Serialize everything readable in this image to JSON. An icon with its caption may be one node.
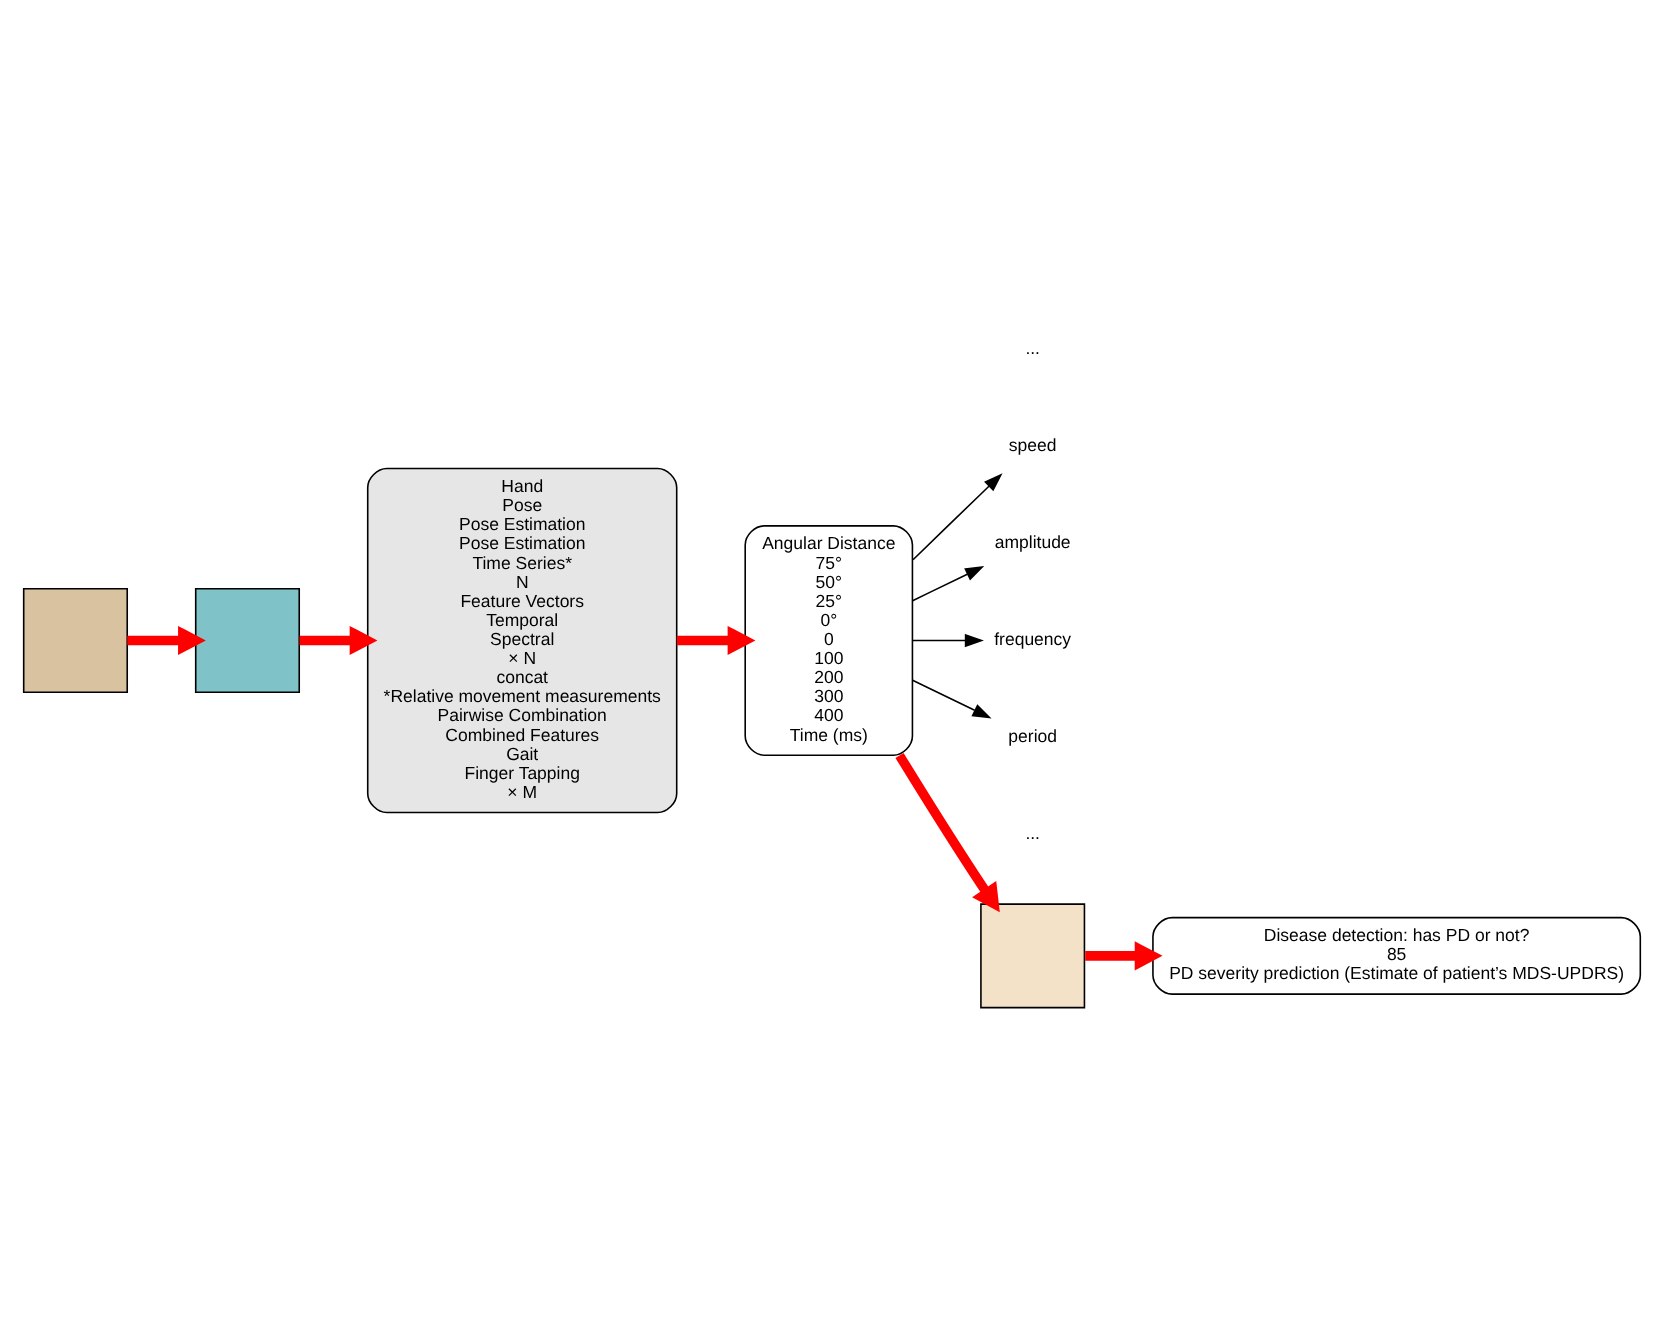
{
  "diagram": {
    "nodes": [
      {
        "text": [],
        "shape": "box"
      },
      {
        "text": [
          "Disease detection: has PD or not?",
          "85",
          "PD severity prediction (Estimate of patient’s MDS-UPDRS)"
        ]
      },
      {
        "text": [],
        "shape": "box"
      },
      {
        "text": [
          "Hand",
          "Pose",
          "Pose Estimation",
          "Pose Estimation",
          "Time Series*",
          "N",
          "Feature Vectors",
          "Temporal",
          "Spectral",
          "× N",
          "concat",
          "*Relative movement measurements",
          "Pairwise Combination",
          "Combined Features",
          "Gait",
          "Finger Tapping",
          "× M"
        ]
      },
      {
        "text": [
          "Angular Distance",
          "75°",
          "50°",
          "25°",
          "0°",
          "0",
          "100",
          "200",
          "300",
          "400",
          "Time (ms)"
        ]
      },
      {
        "text": [
          "speed"
        ]
      },
      {
        "text": [
          "amplitude"
        ]
      },
      {
        "text": [
          "frequency"
        ]
      },
      {
        "text": [
          "period"
        ]
      },
      {
        "text": [],
        "shape": "box"
      }
    ],
    "edges": [
      {
        "from": 2,
        "to": 0,
        "arrow": "to"
      },
      {
        "from": 0,
        "to": 3,
        "arrow": "to"
      },
      {
        "from": 3,
        "to": 4,
        "arrow": "to"
      },
      {
        "from": 4,
        "to": 5,
        "arrow": "to",
        "color": "#000000"
      },
      {
        "from": 4,
        "to": 6,
        "arrow": "to",
        "color": "#000000"
      },
      {
        "from": 4,
        "to": 7,
        "arrow": "to",
        "color": "#000000"
      },
      {
        "from": 4,
        "to": 8,
        "arrow": "to",
        "color": "#000000"
      },
      {
        "from": 4,
        "to": 9,
        "arrow": "to"
      },
      {
        "from": 9,
        "to": 1,
        "arrow": "to"
      }
    ],
    "labels": [
      "...",
      "..."
    ]
  }
}
